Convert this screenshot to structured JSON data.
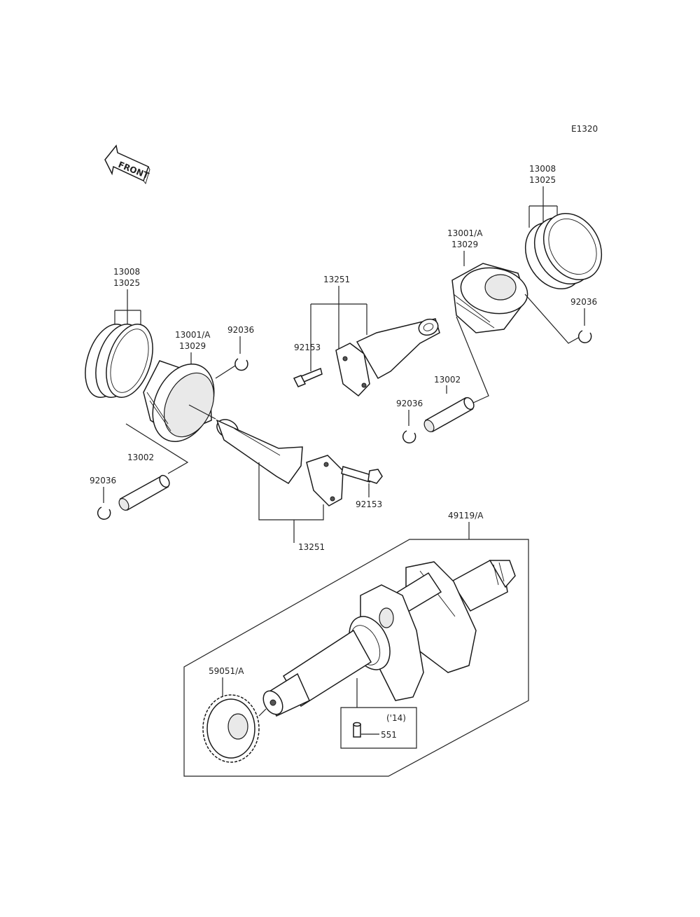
{
  "diagram_code": "E1320",
  "front_label": "FRONT",
  "labels": {
    "rings_left_a": "13008",
    "rings_left_b": "13025",
    "piston_left_a": "13001/A",
    "piston_left_b": "13029",
    "clip_left_top": "92036",
    "pin_left": "13002",
    "clip_left_bottom": "92036",
    "conrod_bottom": "13251",
    "bolt_bottom": "92153",
    "conrod_top": "13251",
    "bolt_top": "92153",
    "piston_right_a": "13001/A",
    "piston_right_b": "13029",
    "rings_right_a": "13008",
    "rings_right_b": "13025",
    "clip_right_top": "92036",
    "pin_right": "13002",
    "clip_right_bottom": "92036",
    "crankshaft": "49119/A",
    "gear": "59051/A",
    "pin_year": "('14)",
    "pin_small": "551"
  }
}
